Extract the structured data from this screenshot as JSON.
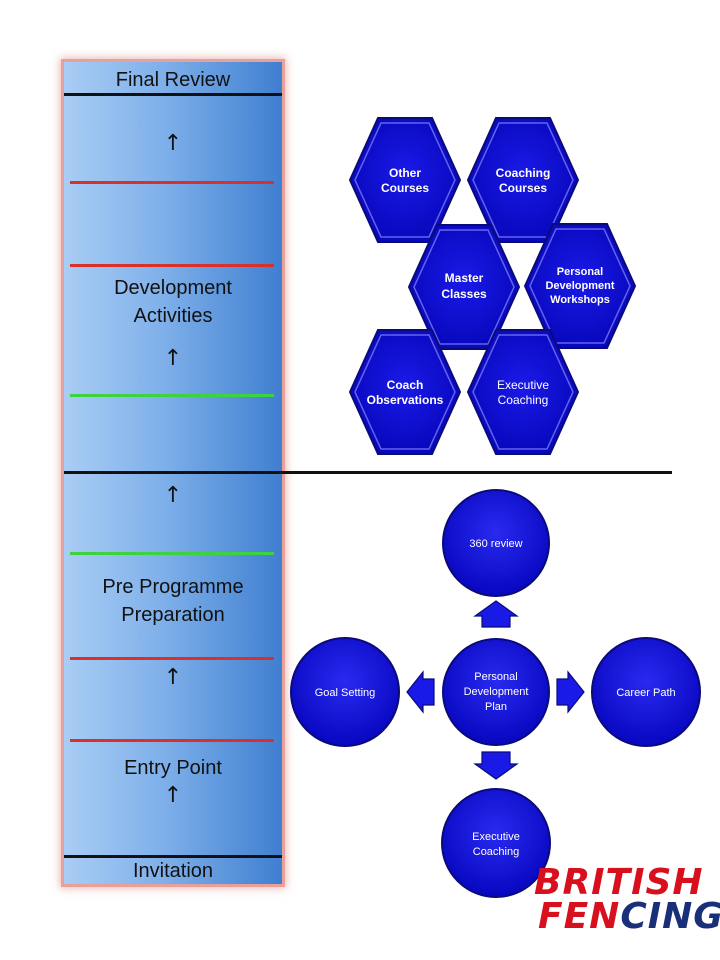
{
  "column": {
    "final_review": "Final Review",
    "development_activities_line1": "Development",
    "development_activities_line2": "Activities",
    "pre_programme_line1": "Pre Programme",
    "pre_programme_line2": "Preparation",
    "entry_point": "Entry Point",
    "invitation": "Invitation"
  },
  "hexagons": [
    {
      "line1": "Other",
      "line2": "Courses",
      "line3": "",
      "bold": true
    },
    {
      "line1": "Coaching",
      "line2": "Courses",
      "line3": "",
      "bold": true
    },
    {
      "line1": "Master",
      "line2": "Classes",
      "line3": "",
      "bold": true
    },
    {
      "line1": "Personal",
      "line2": "Development",
      "line3": "Workshops",
      "bold": true
    },
    {
      "line1": "Coach",
      "line2": "Observations",
      "line3": "",
      "bold": true
    },
    {
      "line1": "Executive",
      "line2": "Coaching",
      "line3": "",
      "bold": false
    }
  ],
  "circles": {
    "top": "360 review",
    "center_line1": "Personal",
    "center_line2": "Development",
    "center_line3": "Plan",
    "left": "Goal Setting",
    "right": "Career Path",
    "bottom_line1": "Executive",
    "bottom_line2": "Coaching"
  },
  "colors": {
    "shape_fill": "#0b0bd6",
    "red_line": "#d9302a",
    "green_line": "#3fd23f"
  },
  "logo": {
    "line1": "BRITISH",
    "line2a": "FEN",
    "line2b": "CING"
  }
}
